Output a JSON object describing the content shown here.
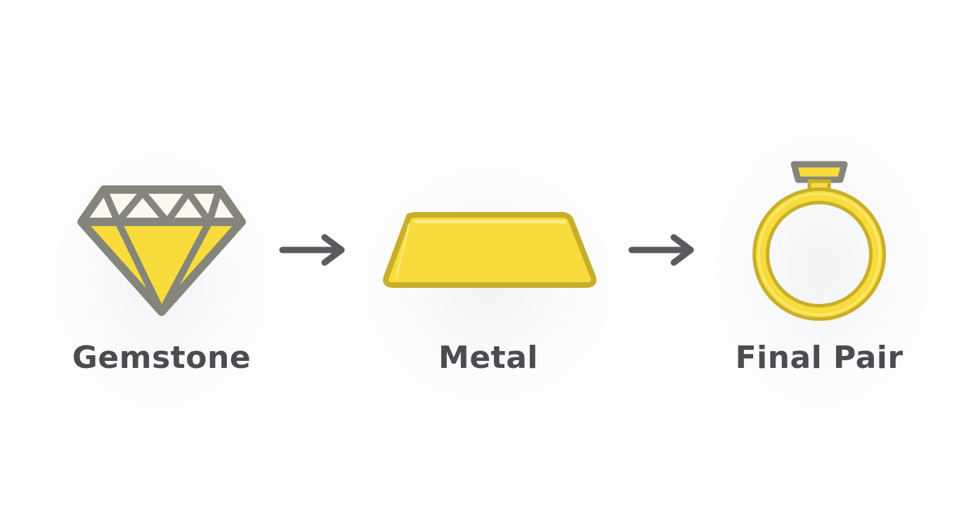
{
  "diagram": {
    "type": "process-flow",
    "direction": "left-to-right",
    "steps": [
      {
        "label": "Gemstone",
        "icon": "diamond-icon"
      },
      {
        "label": "Metal",
        "icon": "gold-bar-icon"
      },
      {
        "label": "Final Pair",
        "icon": "ring-icon"
      }
    ],
    "connectors": [
      {
        "from": "Gemstone",
        "to": "Metal",
        "icon": "arrow-right-icon"
      },
      {
        "from": "Metal",
        "to": "Final Pair",
        "icon": "arrow-right-icon"
      }
    ]
  },
  "colors": {
    "background": "#fdfdfd",
    "gold_fill": "#f7dc3c",
    "gold_outline": "#c9ae2a",
    "gold_highlight": "#fbec84",
    "gray_outline": "#85857b",
    "facet_light": "#fbf9ee",
    "arrow": "#5a5b5f",
    "label_text": "#4b4c50"
  }
}
